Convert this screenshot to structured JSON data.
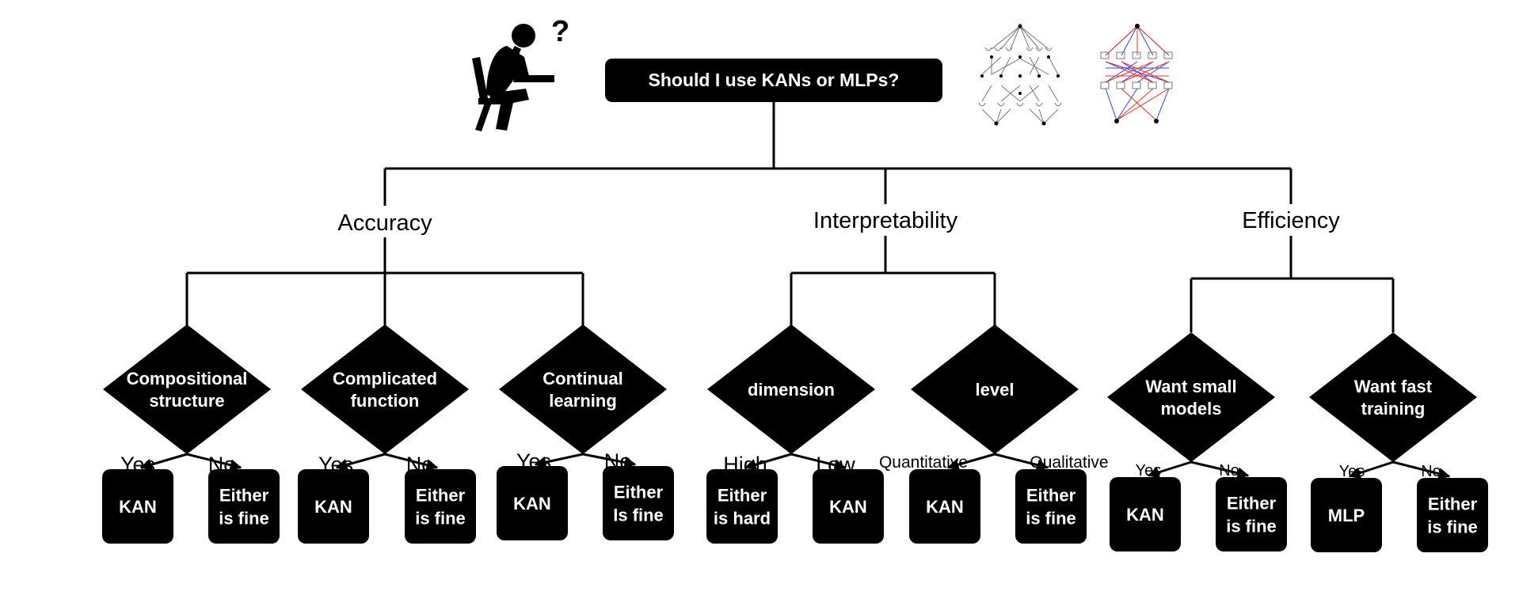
{
  "root": {
    "label": "Should I use KANs or MLPs?"
  },
  "illustration": {
    "question_mark": "?"
  },
  "categories": [
    {
      "label": "Accuracy"
    },
    {
      "label": "Interpretability"
    },
    {
      "label": "Efficiency"
    }
  ],
  "decisions": [
    {
      "lines": [
        "Compositional",
        "structure"
      ],
      "left_edge": "Yes",
      "right_edge": "No",
      "left_leaf": [
        "KAN"
      ],
      "right_leaf": [
        "Either",
        "is fine"
      ]
    },
    {
      "lines": [
        "Complicated",
        "function"
      ],
      "left_edge": "Yes",
      "right_edge": "No",
      "left_leaf": [
        "KAN"
      ],
      "right_leaf": [
        "Either",
        "is fine"
      ]
    },
    {
      "lines": [
        "Continual",
        "learning"
      ],
      "left_edge": "Yes",
      "right_edge": "No",
      "left_leaf": [
        "KAN"
      ],
      "right_leaf": [
        "Either",
        "Is fine"
      ]
    },
    {
      "lines": [
        "dimension"
      ],
      "left_edge": "High",
      "right_edge": "Low",
      "left_leaf": [
        "Either",
        "is hard"
      ],
      "right_leaf": [
        "KAN"
      ]
    },
    {
      "lines": [
        "level"
      ],
      "left_edge": "Quantitative",
      "right_edge": "Qualitative",
      "left_leaf": [
        "KAN"
      ],
      "right_leaf": [
        "Either",
        "is fine"
      ]
    },
    {
      "lines": [
        "Want small",
        "models"
      ],
      "left_edge": "Yes",
      "right_edge": "No",
      "left_leaf": [
        "KAN"
      ],
      "right_leaf": [
        "Either",
        "is fine"
      ]
    },
    {
      "lines": [
        "Want fast",
        "training"
      ],
      "left_edge": "Yes",
      "right_edge": "No",
      "left_leaf": [
        "MLP"
      ],
      "right_leaf": [
        "Either",
        "is fine"
      ]
    }
  ],
  "colors": {
    "ink": "#000000",
    "kan_edge_red": "#e0322e",
    "kan_edge_blue": "#3b3fe0",
    "node_gray": "#888888"
  }
}
